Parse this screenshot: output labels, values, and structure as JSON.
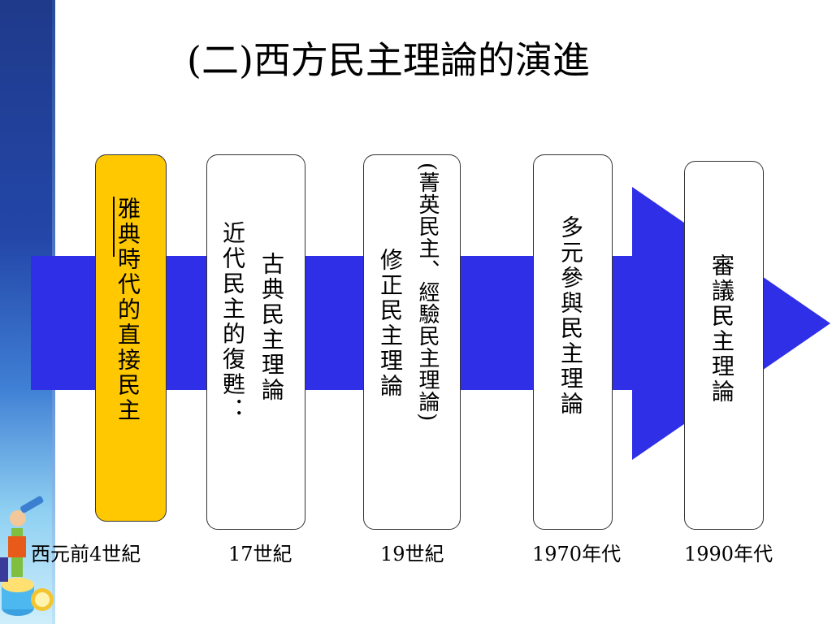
{
  "slide": {
    "title": "(二)西方民主理論的演進"
  },
  "colors": {
    "arrow": "#2f2fe8",
    "highlight_box": "#ffc800",
    "band": "#2346a8"
  },
  "stages": [
    {
      "lines": [
        "雅典時代的直接民主"
      ],
      "era": "西元前4世紀"
    },
    {
      "lines": [
        "近代民主的復甦：",
        "古典民主理論"
      ],
      "era": "17世紀"
    },
    {
      "lines": [
        "修正民主理論",
        "(菁英民主、經驗民主理論)"
      ],
      "era": "19世紀"
    },
    {
      "lines": [
        "多元參與民主理論"
      ],
      "era": "1970年代"
    },
    {
      "lines": [
        "審議民主理論"
      ],
      "era": "1990年代"
    }
  ]
}
